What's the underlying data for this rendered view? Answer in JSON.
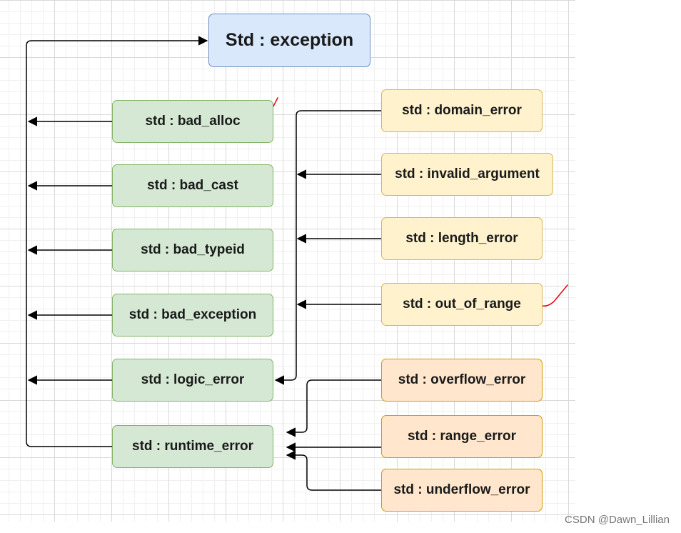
{
  "root": {
    "label": "Std : exception"
  },
  "left_nodes": [
    {
      "label": "std : bad_alloc"
    },
    {
      "label": "std : bad_cast"
    },
    {
      "label": "std : bad_typeid"
    },
    {
      "label": "std : bad_exception"
    },
    {
      "label": "std : logic_error"
    },
    {
      "label": "std : runtime_error"
    }
  ],
  "logic_children": [
    {
      "label": "std : domain_error"
    },
    {
      "label": "std : invalid_argument"
    },
    {
      "label": "std : length_error"
    },
    {
      "label": "std : out_of_range"
    }
  ],
  "runtime_children": [
    {
      "label": "std : overflow_error"
    },
    {
      "label": "std : range_error"
    },
    {
      "label": "std : underflow_error"
    }
  ],
  "watermark": "CSDN @Dawn_Lillian",
  "colors": {
    "root_fill": "#dae8fc",
    "left_fill": "#d5e8d4",
    "logic_child_fill": "#fff2cc",
    "runtime_child_fill": "#ffe6cc",
    "check_mark": "#e0101a"
  }
}
